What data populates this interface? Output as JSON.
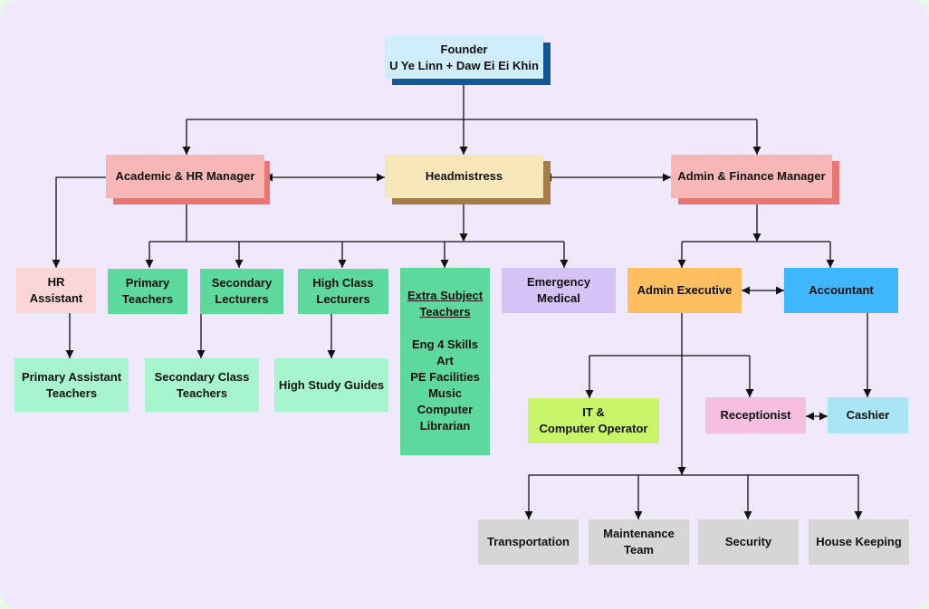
{
  "colors": {
    "page_background": "#efe9fb",
    "line": "#111111",
    "founder": "#cdeefa",
    "founder_shadow": "#0f5a96",
    "headmistress": "#f7e7b8",
    "headmistress_shadow": "#a67c45",
    "manager": "#f8b7b7",
    "manager_shadow": "#ee7474",
    "hr_assistant": "#fad6d6",
    "green_dark": "#5ed99e",
    "green_light": "#a6f5cf",
    "emergency": "#d6c2f5",
    "admin_exec": "#ffbe5f",
    "accountant": "#3fb7ff",
    "it_operator": "#c9f56a",
    "receptionist": "#f6bfe0",
    "cashier": "#a8e6f6",
    "support": "#d6d6d6"
  },
  "org_chart": {
    "founder": {
      "line1": "Founder",
      "line2": "U Ye Linn + Daw Ei Ei Khin"
    },
    "academic_hr_manager": {
      "line1": "Academic & HR Manager"
    },
    "headmistress": {
      "line1": "Headmistress"
    },
    "admin_finance_manager": {
      "line1": "Admin & Finance Manager"
    },
    "hr_assistant": {
      "line1": "HR",
      "line2": "Assistant"
    },
    "primary_teachers": {
      "line1": "Primary",
      "line2": "Teachers"
    },
    "secondary_lecturers": {
      "line1": "Secondary",
      "line2": "Lecturers"
    },
    "high_class_lecturers": {
      "line1": "High Class",
      "line2": "Lecturers"
    },
    "extra_subject_teachers": {
      "line1": "Extra Subject",
      "line2": "Teachers",
      "items": [
        "Eng 4 Skills",
        "Art",
        "PE Facilities",
        "Music",
        "Computer",
        "Librarian"
      ]
    },
    "emergency_medical": {
      "line1": "Emergency",
      "line2": "Medical"
    },
    "admin_executive": {
      "line1": "Admin Executive"
    },
    "accountant": {
      "line1": "Accountant"
    },
    "primary_assistant_teachers": {
      "line1": "Primary Assistant",
      "line2": "Teachers"
    },
    "secondary_class_teachers": {
      "line1": "Secondary Class",
      "line2": "Teachers"
    },
    "high_study_guides": {
      "line1": "High Study Guides"
    },
    "it_computer_operator": {
      "line1": "IT &",
      "line2": "Computer Operator"
    },
    "receptionist": {
      "line1": "Receptionist"
    },
    "cashier": {
      "line1": "Cashier"
    },
    "transportation": {
      "line1": "Transportation"
    },
    "maintenance_team": {
      "line1": "Maintenance",
      "line2": "Team"
    },
    "security": {
      "line1": "Security"
    },
    "house_keeping": {
      "line1": "House Keeping"
    }
  }
}
